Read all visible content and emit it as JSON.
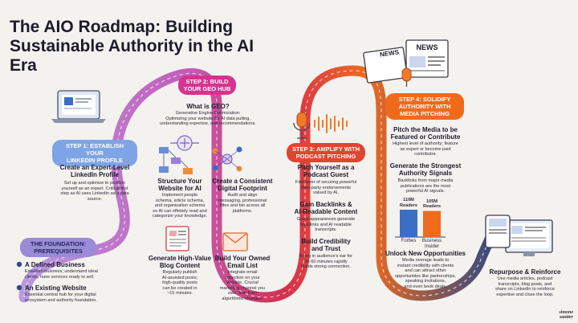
{
  "title": "The AIO Roadmap: Building Sustainable Authority in the AI Era",
  "colors": {
    "purple": "#8e5bd0",
    "lavender": "#b79ae0",
    "pink": "#d6338f",
    "red": "#c8283f",
    "orange": "#f06a1d",
    "navy": "#2f4a82",
    "blue": "#3a6fc4"
  },
  "foundation": {
    "label": "THE FOUNDATION:\nPREREQUISITES",
    "items": [
      {
        "title": "A Defined Business",
        "body": "Establish business, understand ideal\nclients, have services ready to sell."
      },
      {
        "title": "An Existing Website",
        "body": "Essential central hub for your digital\necosystem and authority foundation."
      }
    ]
  },
  "step1": {
    "label": "STEP 1: ESTABLISH YOUR\nLINKEDIN PROFILE",
    "heading": "Create an Expert-Level\nLinkedIn Profile",
    "body": "Set up and optimize to position\nyourself as an expert. Critical first\nstep as AI uses LinkedIn as a data\nsource."
  },
  "step2": {
    "label": "STEP 2: BUILD\nYOUR GEO HUB",
    "geo_heading": "What is GEO?",
    "geo_body": "Generative Engine Optimization:\nOptimizing your website for AI data pulling,\nunderstanding expertise, and recommendations.",
    "items": [
      {
        "title": "Structure Your\nWebsite for AI",
        "body": "Implement people\nschema, article schema,\nand organization schema\nso AI can effeitely read and\ncategorize your knowledge."
      },
      {
        "title": "Create a Consistent\nDigital Footprint",
        "body": "Audit and align\nmessaging, professional\ntitles and bio across all\nplatforms."
      },
      {
        "title": "Generate High-Value\nBlog Content",
        "body": "Regularly publish\nAI-assisted posts;\nhigh-quality posts\ncan be created in\n~15 minutes."
      },
      {
        "title": "Build Your Owned\nEmail List",
        "body": "Integrate email\ncollection on your\nwebsite. Crucial\nmarketing channel you\nown, free from\nalgorithmic changes."
      }
    ]
  },
  "step3": {
    "label": "STEP 3: AMPLIFY WITH\nPODCAST PITCHING",
    "items": [
      {
        "title": "Pitch Yourself as a\nPodcast Guest",
        "body": "First layer of securing powerful\nthird-party endorsements\nvalued by AI."
      },
      {
        "title": "Gain Backlinks &\nAI-Readable Content",
        "body": "Guest appearances generate\nbacklinks and AI readable\ntranscripts."
      },
      {
        "title": "Build Credibility\nand Trust",
        "body": "Being in audience's ear for\n30-60 minutes rapidly\nbuilds strong connection."
      }
    ]
  },
  "step4": {
    "label": "STEP 4: SOLIDIFY\nAUTHORITY WITH\nMEDIA PITCHING",
    "newspaper_label": "NEWS",
    "items": [
      {
        "title": "Pitch the Media to be\nFeatured or Contribute",
        "body": "Highest level of authority; feature\nas expert or become paid\ncontributor."
      },
      {
        "title": "Generate the Strongest\nAuthority Signals",
        "body": "Backlinks from major media\npublications are the most\npowerful AI signals."
      },
      {
        "title": "Unlock New Opportunities",
        "body": "Media overage leads to\ninstant credibility with clients\nand can attract other\nopportunities like partnerships,\nspeaking invitations,\nand even book deals."
      }
    ],
    "bars": [
      {
        "value_label": "110M\nReaders",
        "category": "Forbes",
        "value": 110
      },
      {
        "value_label": "105M\nReaders",
        "category": "Business\nInsider",
        "value": 105
      }
    ]
  },
  "repurpose": {
    "title": "Repurpose & Reinforce",
    "body": "Use media articles, podcast\ntranscripts, blog posts, and\nshare on LinkedIn to reinforce\nexpertise and close the loop."
  },
  "signature": "simone\nsautter"
}
